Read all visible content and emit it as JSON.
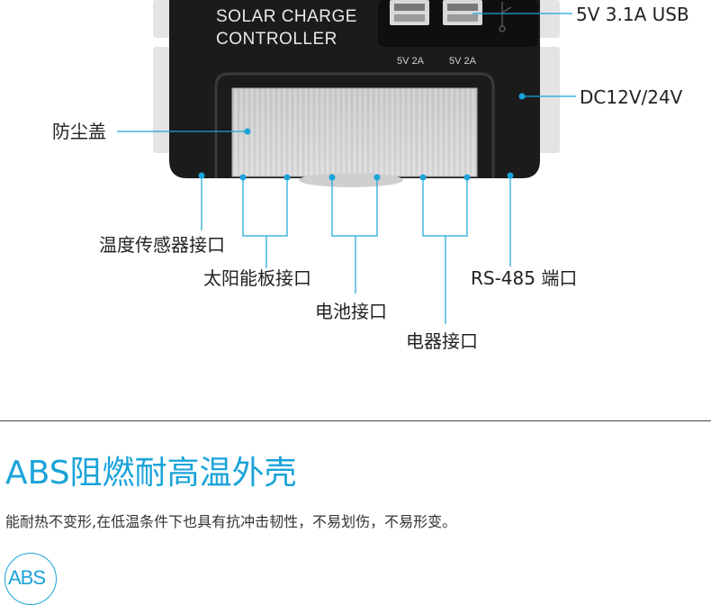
{
  "device": {
    "model_line": "SOLAR CHARGE",
    "model_line2": "CONTROLLER",
    "usb_label_left": "5V 2A",
    "usb_label_right": "5V 2A"
  },
  "callouts": {
    "usb": "5V 3.1A USB",
    "dc": "DC12V/24V",
    "dust_cover": "防尘盖",
    "temp_sensor": "温度传感器接口",
    "solar_panel": "太阳能板接口",
    "battery": "电池接口",
    "load": "电器接口",
    "rs485": "RS-485 端口"
  },
  "section": {
    "headline": "ABS阻燃耐高温外壳",
    "description": "能耐热不变形,在低温条件下也具有抗冲击韧性，不易划伤，不易形变。",
    "badge": "ABS"
  },
  "colors": {
    "accent": "#1aa3d9",
    "device_body": "#1b1b1b"
  }
}
